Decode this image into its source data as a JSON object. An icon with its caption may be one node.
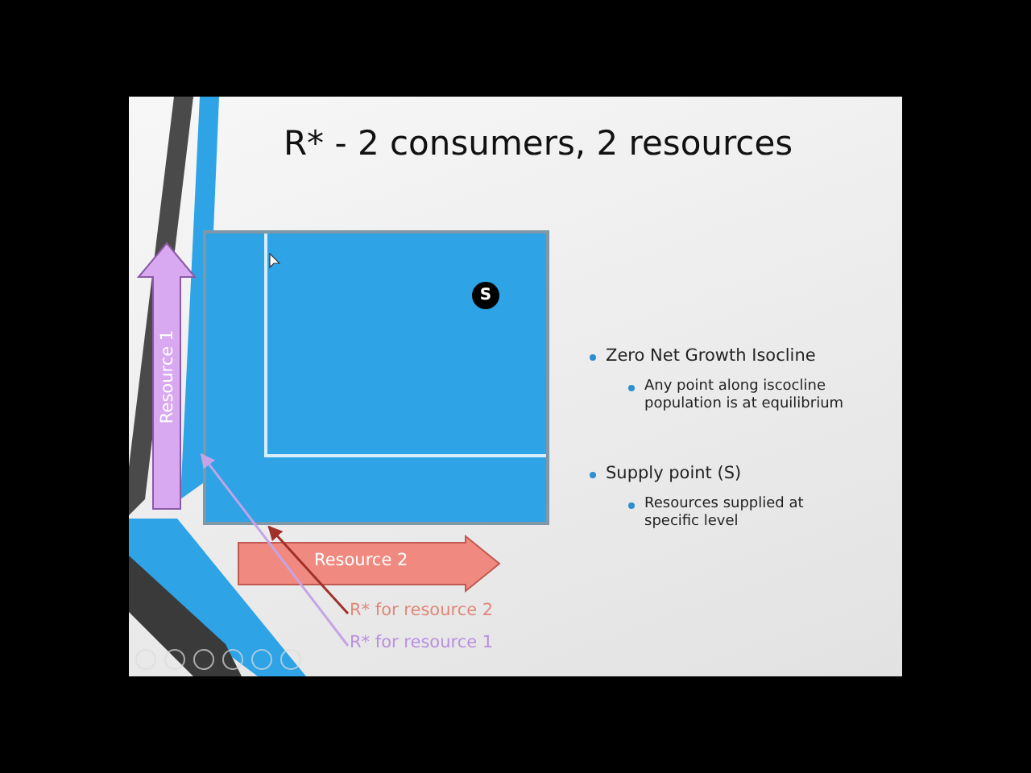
{
  "diagram": {
    "title": "R* - 2 consumers, 2 resources",
    "nodes": [
      {
        "text": [],
        "shape": "box"
      },
      {
        "text": [
          "S"
        ],
        "in": 0
      },
      {
        "text": [
          "Resource 1"
        ]
      },
      {
        "text": [
          "Resource 2"
        ]
      },
      {
        "text": [
          "R* for resource 2"
        ]
      },
      {
        "text": [
          "R* for resource 1"
        ]
      }
    ],
    "edges": [
      {
        "from": 4,
        "to": 0,
        "arrow": "to",
        "color": "#a0302a"
      },
      {
        "from": 5,
        "to": 0,
        "arrow": "to",
        "color": "#c4a4e6"
      }
    ],
    "labels": [
      "Zero Net Growth Isocline",
      "Any point along iscocline population is at equilibrium",
      "Supply point (S)",
      "Resources supplied at specific level"
    ]
  }
}
